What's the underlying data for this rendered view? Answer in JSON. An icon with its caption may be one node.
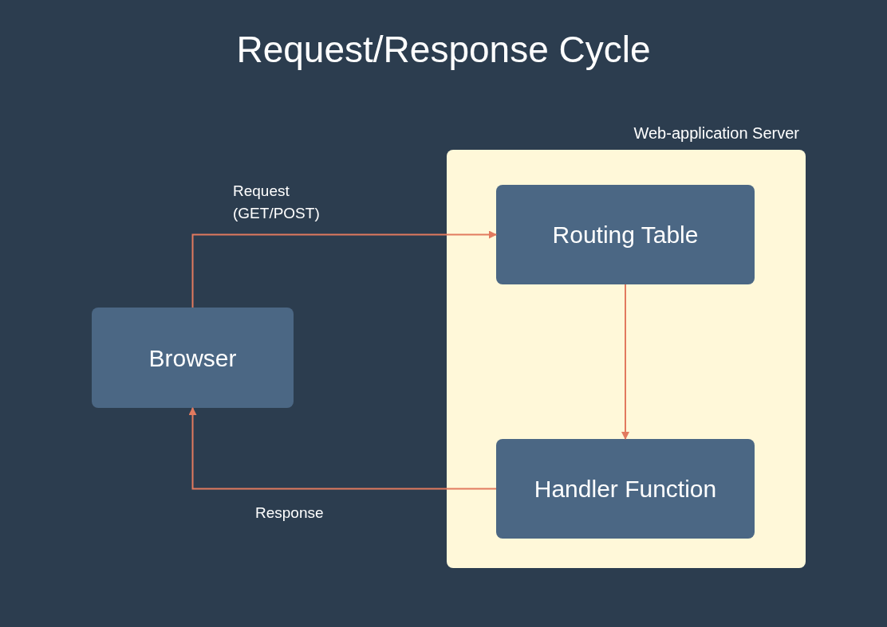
{
  "diagram": {
    "title": "Request/Response Cycle",
    "nodes": [
      {
        "text": [
          "Browser"
        ]
      },
      {
        "text": [
          "Web-application Server"
        ]
      },
      {
        "text": [
          "Routing Table"
        ],
        "in": 1
      },
      {
        "text": [
          "Handler Function"
        ],
        "in": 1
      }
    ],
    "edges": [
      {
        "from": 0,
        "to": 2,
        "arrow": "to",
        "label": "Request (GET/POST)"
      },
      {
        "from": 2,
        "to": 3,
        "arrow": "to"
      },
      {
        "from": 3,
        "to": 0,
        "arrow": "to",
        "label": "Response"
      }
    ]
  }
}
